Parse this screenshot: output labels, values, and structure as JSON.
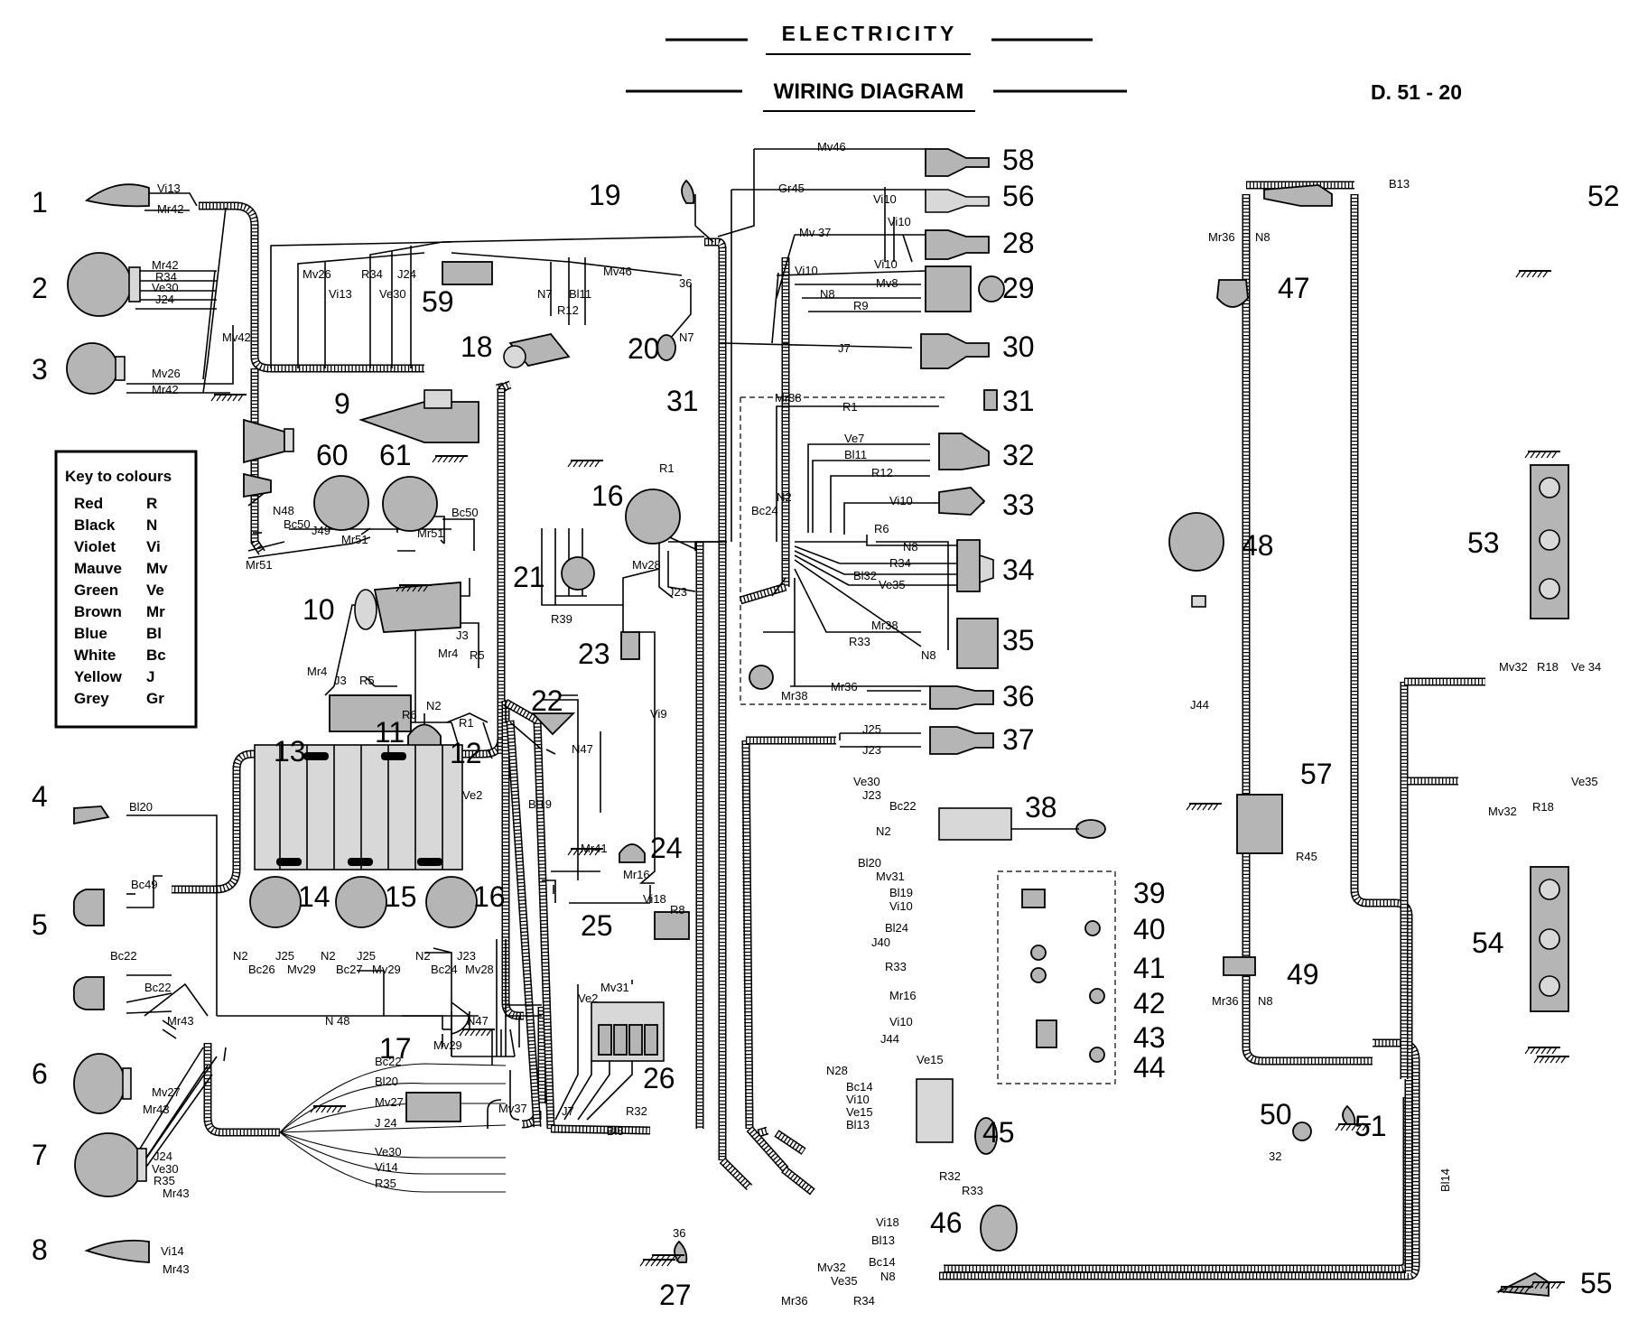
{
  "header": {
    "section": "ELECTRICITY",
    "title": "WIRING DIAGRAM",
    "ref": "D. 51 - 20"
  },
  "colour_key": {
    "heading": "Key to colours",
    "rows": [
      {
        "colour": "Red",
        "code": "R"
      },
      {
        "colour": "Black",
        "code": "N"
      },
      {
        "colour": "Violet",
        "code": "Vi"
      },
      {
        "colour": "Mauve",
        "code": "Mv"
      },
      {
        "colour": "Green",
        "code": "Ve"
      },
      {
        "colour": "Brown",
        "code": "Mr"
      },
      {
        "colour": "Blue",
        "code": "Bl"
      },
      {
        "colour": "White",
        "code": "Bc"
      },
      {
        "colour": "Yellow",
        "code": "J"
      },
      {
        "colour": "Grey",
        "code": "Gr"
      }
    ]
  },
  "components": {
    "c1": "1",
    "c2": "2",
    "c3": "3",
    "c4": "4",
    "c5": "5",
    "c6": "6",
    "c7": "7",
    "c8": "8",
    "c9": "9",
    "c10": "10",
    "c11": "11",
    "c12": "12",
    "c13": "13",
    "c14": "14",
    "c15": "15",
    "c16a": "16",
    "c16b": "16",
    "c17": "17",
    "c18": "18",
    "c19": "19",
    "c20": "20",
    "c21": "21",
    "c22": "22",
    "c23": "23",
    "c24": "24",
    "c25": "25",
    "c26": "26",
    "c27": "27",
    "c28": "28",
    "c29": "29",
    "c30": "30",
    "c31a": "31",
    "c31b": "31",
    "c32": "32",
    "c33": "33",
    "c34": "34",
    "c35": "35",
    "c36": "36",
    "c37": "37",
    "c38": "38",
    "c39": "39",
    "c40": "40",
    "c41": "41",
    "c42": "42",
    "c43": "43",
    "c44": "44",
    "c45": "45",
    "c46": "46",
    "c47": "47",
    "c48": "48",
    "c49": "49",
    "c50": "50",
    "c51": "51",
    "c52": "52",
    "c53": "53",
    "c54": "54",
    "c55": "55",
    "c56": "56",
    "c57": "57",
    "c58": "58",
    "c59": "59",
    "c60": "60",
    "c61": "61"
  },
  "wires": {
    "w1": "Vi13",
    "w2": "Mr42",
    "w3": "Mr42",
    "w4": "R34",
    "w5": "Ve30",
    "w6": "J24",
    "w7": "Mv42",
    "w8": "Mv26",
    "w9": "Mr42",
    "w10": "Mv26",
    "w11": "Vi13",
    "w12": "R34",
    "w13": "Ve30",
    "w14": "J24",
    "w15": "Mv46",
    "w16": "N7",
    "w17": "R12",
    "w18": "Bl11",
    "w19": "36",
    "w20": "N7",
    "w21": "Mv46",
    "w22": "Gr45",
    "w23": "Vi10",
    "w24": "Vi10",
    "w25": "Mv 37",
    "w26": "Vi10",
    "w27": "Vi10",
    "w28": "Mv8",
    "w29": "N8",
    "w30": "R9",
    "w31": "J7",
    "w32": "Mr38",
    "w33": "R1",
    "w34": "Ve7",
    "w35": "Bl11",
    "w36": "R12",
    "w37": "Vi10",
    "w38": "N2",
    "w39": "Bc24",
    "w40": "R6",
    "w41": "N8",
    "w42": "R34",
    "w43": "Bl32",
    "w44": "Ve35",
    "w45": "Mr38",
    "w46": "R33",
    "w47": "N8",
    "w48": "Mr36",
    "w49": "Mr38",
    "w50": "J25",
    "w51": "J23",
    "w52": "R1",
    "w53": "Mv28",
    "w54": "J23",
    "w55": "R39",
    "w56": "Vi9",
    "w57": "N48",
    "w58": "Bc50",
    "w59": "J49",
    "w60": "Mr51",
    "w61": "Bc50",
    "w62": "Mr51",
    "w63": "Mr51",
    "w64": "J3",
    "w65": "Mr4",
    "w66": "R5",
    "w67": "Mr4",
    "w68": "J3",
    "w69": "R5",
    "w70": "N2",
    "w71": "R6",
    "w72": "R1",
    "w73": "N47",
    "w74": "Bl19",
    "w75": "Ve2",
    "w76": "Mr41",
    "w77": "Mr16",
    "w78": "Vi18",
    "w79": "R8",
    "w80": "Bl20",
    "w81": "Bc49",
    "w82": "Bc22",
    "w83": "Bc22",
    "w84": "Mr43",
    "w85": "Mv27",
    "w86": "Mr43",
    "w87": "J24",
    "w88": "Ve30",
    "w89": "R35",
    "w90": "Mr43",
    "w91": "Vi14",
    "w92": "Mr43",
    "w93": "N2",
    "w94": "Bc26",
    "w95": "J25",
    "w96": "Mv29",
    "w97": "N2",
    "w98": "Bc27",
    "w99": "J25",
    "w100": "Mv29",
    "w101": "N2",
    "w102": "Bc24",
    "w103": "J23",
    "w104": "Mv28",
    "w105": "N 48",
    "w106": "N47",
    "w107": "Mv29",
    "w108": "Mv37",
    "w109": "Bc22",
    "w110": "Bl20",
    "w111": "Mv27",
    "w112": "J 24",
    "w113": "Ve30",
    "w114": "Vi14",
    "w115": "R35",
    "w116": "Mv31",
    "w117": "Ve2",
    "w118": "J7",
    "w119": "R32",
    "w120": "Bl8",
    "w121": "36",
    "w122": "Ve30",
    "w123": "J23",
    "w124": "Bc22",
    "w125": "N2",
    "w126": "Bl20",
    "w127": "Mv31",
    "w128": "Bl19",
    "w129": "Vi10",
    "w130": "Bl24",
    "w131": "J40",
    "w132": "R33",
    "w133": "Mr16",
    "w134": "Vi10",
    "w135": "J44",
    "w136": "N28",
    "w137": "Ve15",
    "w138": "Bc14",
    "w139": "Vi10",
    "w140": "Ve15",
    "w141": "Bl13",
    "w142": "R32",
    "w143": "R33",
    "w144": "Vi18",
    "w145": "Bl13",
    "w146": "Mv32",
    "w147": "Bc14",
    "w148": "N8",
    "w149": "Ve35",
    "w150": "R34",
    "w151": "Mr36",
    "w152": "B13",
    "w153": "Mr36",
    "w154": "N8",
    "w155": "J44",
    "w156": "Mv32",
    "w157": "R18",
    "w158": "Ve 34",
    "w159": "Mv32",
    "w160": "R18",
    "w161": "Ve35",
    "w162": "R45",
    "w163": "Mr36",
    "w164": "N8",
    "w165": "32",
    "w166": "Bl14"
  }
}
